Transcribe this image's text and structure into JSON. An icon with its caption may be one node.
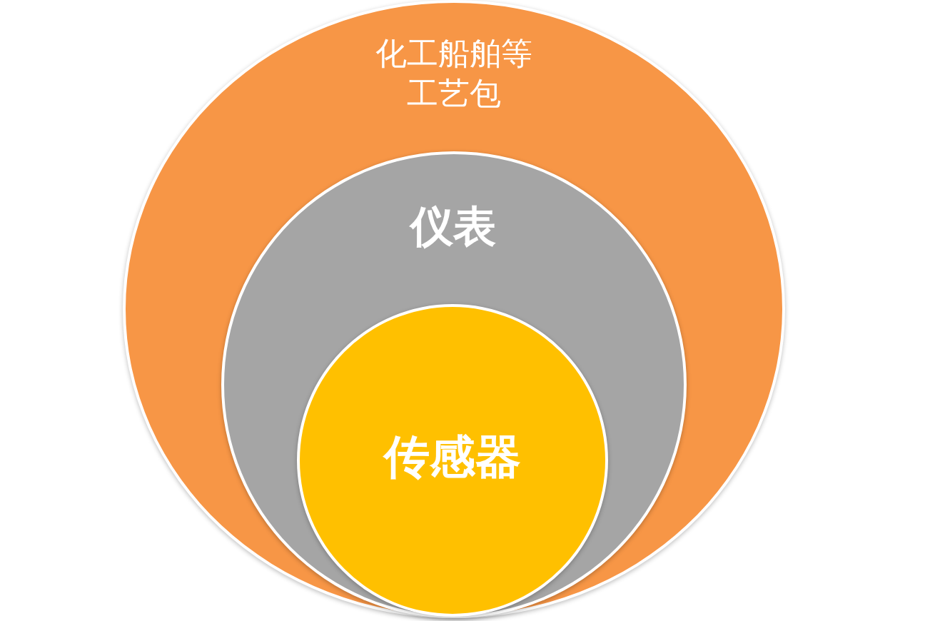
{
  "diagram": {
    "nodes": [
      {
        "text": [
          "化工船舶等工艺包"
        ]
      },
      {
        "text": [
          "仪表"
        ],
        "in": 0
      },
      {
        "text": [
          "传感器"
        ],
        "in": 1
      }
    ]
  }
}
